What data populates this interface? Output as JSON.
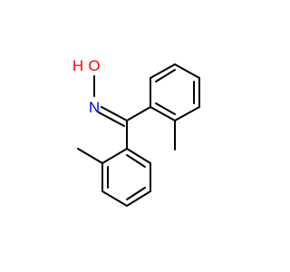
{
  "molecule": {
    "atoms": [
      {
        "id": "O",
        "text": "O",
        "color": "#ff0000"
      },
      {
        "id": "H",
        "text": "H",
        "color": "#ff0000"
      },
      {
        "id": "N",
        "text": "N",
        "color": "#0000ff"
      }
    ],
    "bond_color": "#000000"
  }
}
